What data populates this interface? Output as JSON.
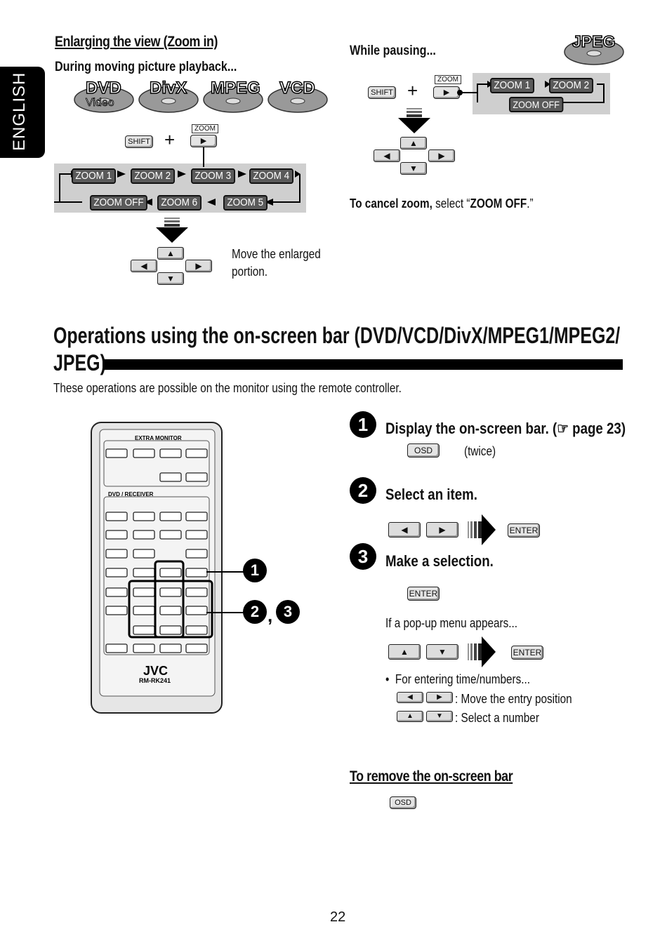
{
  "side_tab": {
    "label": "ENGLISH"
  },
  "zoom_section": {
    "title": "Enlarging the view (Zoom in)",
    "subtitle": "During moving picture playback...",
    "discs": [
      "DVD",
      "DivX",
      "MPEG",
      "VCD"
    ],
    "disc_sub": "Video",
    "shift_key": "SHIFT",
    "plus": "+",
    "zoom_key_label": "ZOOM",
    "zoom_steps_top": [
      "ZOOM 1",
      "ZOOM 2",
      "ZOOM 3",
      "ZOOM 4"
    ],
    "zoom_steps_bottom": [
      "ZOOM OFF",
      "ZOOM 6",
      "ZOOM 5"
    ],
    "move_text_line1": "Move the enlarged",
    "move_text_line2": "portion."
  },
  "pause_section": {
    "title": "While pausing...",
    "disc": "JPEG",
    "shift_key": "SHIFT",
    "plus": "+",
    "zoom_key_label": "ZOOM",
    "zoom_steps": [
      "ZOOM 1",
      "ZOOM 2"
    ],
    "zoom_off": "ZOOM OFF",
    "cancel_bold": "To cancel zoom,",
    "cancel_text": " select “",
    "cancel_value": "ZOOM OFF",
    "cancel_end": ".”"
  },
  "main": {
    "heading_line1": "Operations using the on-screen bar (DVD/VCD/DivX/MPEG1/MPEG2/",
    "heading_line2": "JPEG)",
    "intro": "These operations are possible on the monitor using the remote controller."
  },
  "remote": {
    "header": "EXTRA MONITOR",
    "section": "DVD / RECEIVER",
    "brand": "JVC",
    "model": "RM-RK241",
    "callout1": "1",
    "callout2": "2",
    "callout3": "3"
  },
  "steps": {
    "s1_num": "1",
    "s1_title": "Display the on-screen bar. (☞ page 23)",
    "s1_key": "OSD",
    "s1_note": "(twice)",
    "s2_num": "2",
    "s2_title": "Select an item.",
    "s2_enter": "ENTER",
    "s3_num": "3",
    "s3_title": "Make a selection.",
    "s3_enter": "ENTER",
    "popup": "If a pop-up menu appears...",
    "popup_enter": "ENTER",
    "bullet": "For entering time/numbers...",
    "move_entry": ": Move the entry position",
    "select_number": ": Select a number"
  },
  "remove": {
    "title": "To remove the on-screen bar",
    "key": "OSD"
  },
  "page_number": "22"
}
